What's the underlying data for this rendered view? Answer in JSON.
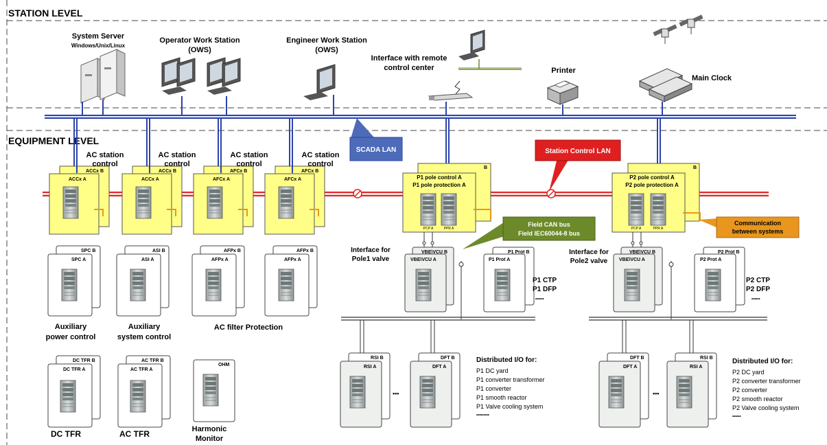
{
  "levels": {
    "station": "STATION LEVEL",
    "equipment": "EQUIPMENT LEVEL"
  },
  "station_devices": {
    "server": "System Server",
    "server_os": "Windows/Unix/Linux",
    "ows_title": "Operator Work Station",
    "ows_sub": "(OWS)",
    "ews_title": "Engineer Work Station",
    "ews_sub": "(OWS)",
    "remote_line1": "Interface with remote",
    "remote_line2": "control center",
    "printer": "Printer",
    "clock": "Main Clock"
  },
  "callouts": {
    "scada": "SCADA LAN",
    "station_lan": "Station Control LAN",
    "field_bus_1": "Field CAN bus",
    "field_bus_2": "Field IEC60044-8 bus",
    "comm_1": "Communication",
    "comm_2": "between systems"
  },
  "ac_station": {
    "label_1": "AC station",
    "label_2": "control",
    "racks": [
      {
        "front": "ACCx A",
        "back": "ACCx B"
      },
      {
        "front": "ACCx A",
        "back": "ACCx B"
      },
      {
        "front": "AFCx A",
        "back": "AFCx B"
      },
      {
        "front": "AFCx A",
        "back": "AFCx B"
      }
    ]
  },
  "pole1": {
    "line1": "P1 pole control A",
    "line2": "P1 pole protection A",
    "back": "B",
    "pcp": "PCP A",
    "ppr": "PPR A",
    "valve_1": "Interface for",
    "valve_2": "Pole1 valve",
    "vbe_front": "VBE\\VCU A",
    "vbe_back": "VBE\\VCU B",
    "prot_front": "P1 Prot A",
    "prot_back": "P1 Prot B",
    "ctp": "P1 CTP",
    "dfp": "P1 DFP",
    "ellipsis": "••••••",
    "rack_a_front": "RSI A",
    "rack_a_back": "RSI B",
    "rack_b_front": "DFT A",
    "rack_b_back": "DFT B",
    "dio_title": "Distributed I/O for:",
    "dio_items": [
      "P1 DC yard",
      "P1 converter transformer",
      "P1 converter",
      "P1 smooth reactor",
      "P1 Valve cooling system",
      "•••••••••"
    ]
  },
  "pole2": {
    "line1": "P2 pole control A",
    "line2": "P2 pole protection A",
    "back": "B",
    "pcp": "PCP A",
    "ppr": "PPR A",
    "valve_1": "Interface for",
    "valve_2": "Pole2 valve",
    "vbe_front": "VBE\\VCU A",
    "vbe_back": "VBE\\VCU B",
    "prot_front": "P2 Prot A",
    "prot_back": "P2 Prot B",
    "ctp": "P2 CTP",
    "dfp": "P2 DFP",
    "ellipsis": "••••••",
    "rack_a_front": "DFT A",
    "rack_a_back": "DFT B",
    "rack_b_front": "RSI A",
    "rack_b_back": "RSI B",
    "dio_title": "Distributed I/O for:",
    "dio_items": [
      "P2 DC yard",
      "P2 converter transformer",
      "P2 converter",
      "P2 smooth reactor",
      "P2 Valve cooling system",
      "••••••"
    ]
  },
  "auxiliary": {
    "spc_front": "SPC A",
    "spc_back": "SPC B",
    "asi_front": "ASI A",
    "asi_back": "ASI B",
    "afp1_front": "AFPx A",
    "afp1_back": "AFPx B",
    "afp2_front": "AFPx A",
    "afp2_back": "AFPx B",
    "aux_power_1": "Auxiliary",
    "aux_power_2": "power control",
    "aux_sys_1": "Auxiliary",
    "aux_sys_2": "system control",
    "ac_filter": "AC filter Protection",
    "dctfr_front": "DC TFR A",
    "dctfr_back": "DC TFR B",
    "actfr_front": "AC TFR A",
    "actfr_back": "AC TFR B",
    "ohm": "OHM",
    "dc_tfr": "DC TFR",
    "ac_tfr": "AC TFR",
    "harmonic_1": "Harmonic",
    "harmonic_2": "Monitor",
    "dots": "•••"
  },
  "colors": {
    "scada_lan": "#2b43a8",
    "control_lan": "#e02020",
    "rack_yellow": "#ffff88",
    "field_green": "#6d8a2a",
    "comm_orange": "#e8961e"
  }
}
